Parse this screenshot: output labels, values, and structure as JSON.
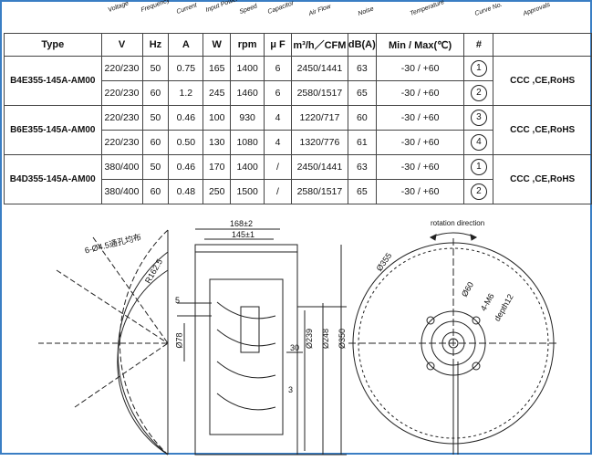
{
  "header_labels": [
    "Voltage",
    "Frequency",
    "Current",
    "Input Power",
    "Speed",
    "Capacitor",
    "Air Flow",
    "Noise",
    "Temperature",
    "Curve No.",
    "Approvals"
  ],
  "columns": [
    "Type",
    "V",
    "Hz",
    "A",
    "W",
    "rpm",
    "μ F",
    "m³/h／CFM",
    "dB(A)",
    "Min / Max(℃)",
    "#"
  ],
  "rows": [
    {
      "type": "B4E355-145A-AM00",
      "v": "220/230",
      "hz": "50",
      "a": "0.75",
      "w": "165",
      "rpm": "1400",
      "uf": "6",
      "air": "2450/1441",
      "db": "63",
      "temp": "-30 / +60",
      "curve": "1",
      "approval": "CCC ,CE,RoHS"
    },
    {
      "type": "",
      "v": "220/230",
      "hz": "60",
      "a": "1.2",
      "w": "245",
      "rpm": "1460",
      "uf": "6",
      "air": "2580/1517",
      "db": "65",
      "temp": "-30 / +60",
      "curve": "2",
      "approval": ""
    },
    {
      "type": "B6E355-145A-AM00",
      "v": "220/230",
      "hz": "50",
      "a": "0.46",
      "w": "100",
      "rpm": "930",
      "uf": "4",
      "air": "1220/717",
      "db": "60",
      "temp": "-30 / +60",
      "curve": "3",
      "approval": "CCC ,CE,RoHS"
    },
    {
      "type": "",
      "v": "220/230",
      "hz": "60",
      "a": "0.50",
      "w": "130",
      "rpm": "1080",
      "uf": "4",
      "air": "1320/776",
      "db": "61",
      "temp": "-30 / +60",
      "curve": "4",
      "approval": ""
    },
    {
      "type": "B4D355-145A-AM00",
      "v": "380/400",
      "hz": "50",
      "a": "0.46",
      "w": "170",
      "rpm": "1400",
      "uf": "/",
      "air": "2450/1441",
      "db": "63",
      "temp": "-30 / +60",
      "curve": "1",
      "approval": "CCC ,CE,RoHS"
    },
    {
      "type": "",
      "v": "380/400",
      "hz": "60",
      "a": "0.48",
      "w": "250",
      "rpm": "1500",
      "uf": "/",
      "air": "2580/1517",
      "db": "65",
      "temp": "-30 / +60",
      "curve": "2",
      "approval": ""
    }
  ],
  "drawing": {
    "holes": "6-Ø4.5通孔均布",
    "radius": "R162.5",
    "dim_168": "168±2",
    "dim_145": "145±1",
    "dim_5": "5",
    "dim_30": "30",
    "dim_3": "3",
    "dia_78": "Ø78",
    "dia_239": "Ø239",
    "dia_248": "Ø248",
    "dia_350": "Ø350",
    "dia_355": "Ø355",
    "dia_60": "Ø60",
    "m6": "4-M6",
    "depth": "depth12",
    "rotation": "rotation direction"
  }
}
